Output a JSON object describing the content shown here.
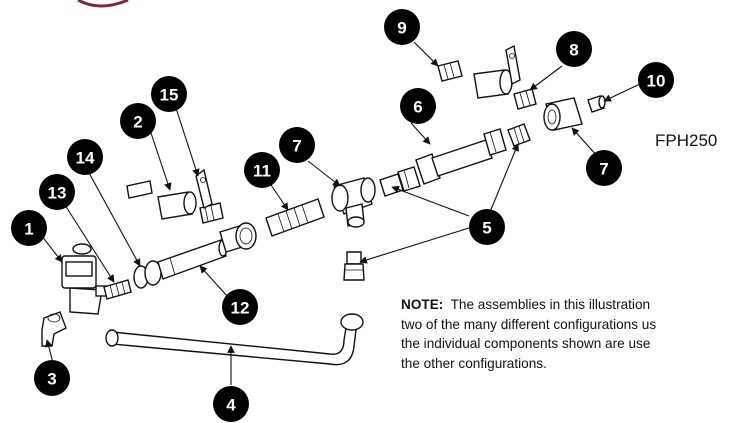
{
  "model_code": "FPH250",
  "note": {
    "label": "NOTE:",
    "lines": [
      "The assemblies in this illustration",
      "two of the many different configurations us",
      "the individual components shown are use",
      "the other configurations."
    ]
  },
  "callouts": [
    "1",
    "2",
    "3",
    "4",
    "5",
    "5",
    "6",
    "7",
    "7",
    "8",
    "9",
    "10",
    "11",
    "12",
    "13",
    "14",
    "15"
  ]
}
